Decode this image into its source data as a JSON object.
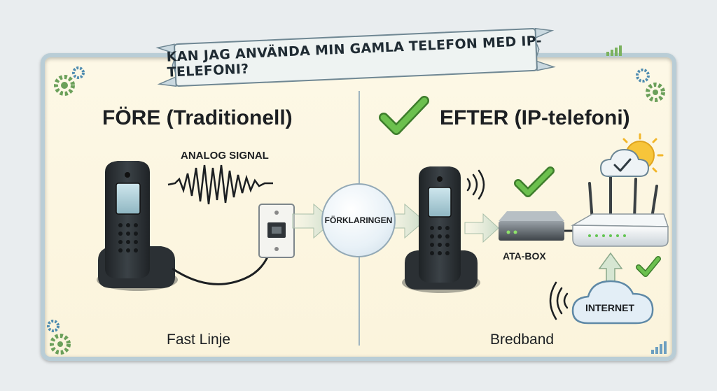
{
  "banner": {
    "title": "KAN JAG ANVÄNDA MIN GAMLA TELEFON MED IP-TELEFONI?"
  },
  "left": {
    "heading": "FÖRE (Traditionell)",
    "signal_label": "ANALOG SIGNAL",
    "caption": "Fast Linje"
  },
  "center": {
    "label": "FÖRKLARINGEN"
  },
  "right": {
    "heading": "EFTER (IP-telefoni)",
    "ata_label": "ATA-BOX",
    "internet_label": "INTERNET",
    "caption": "Bredband"
  },
  "colors": {
    "check": "#5cae45",
    "frame_border": "#b9cdd6",
    "panel_bg": "#fdf8e6",
    "phone": "#2d3236"
  },
  "icons": [
    "gear-icon",
    "check-icon",
    "phone-icon",
    "wall-jack-icon",
    "router-icon",
    "cloud-icon",
    "sun-icon",
    "signal-bars-icon",
    "sound-waves-icon",
    "arrow-icon"
  ]
}
